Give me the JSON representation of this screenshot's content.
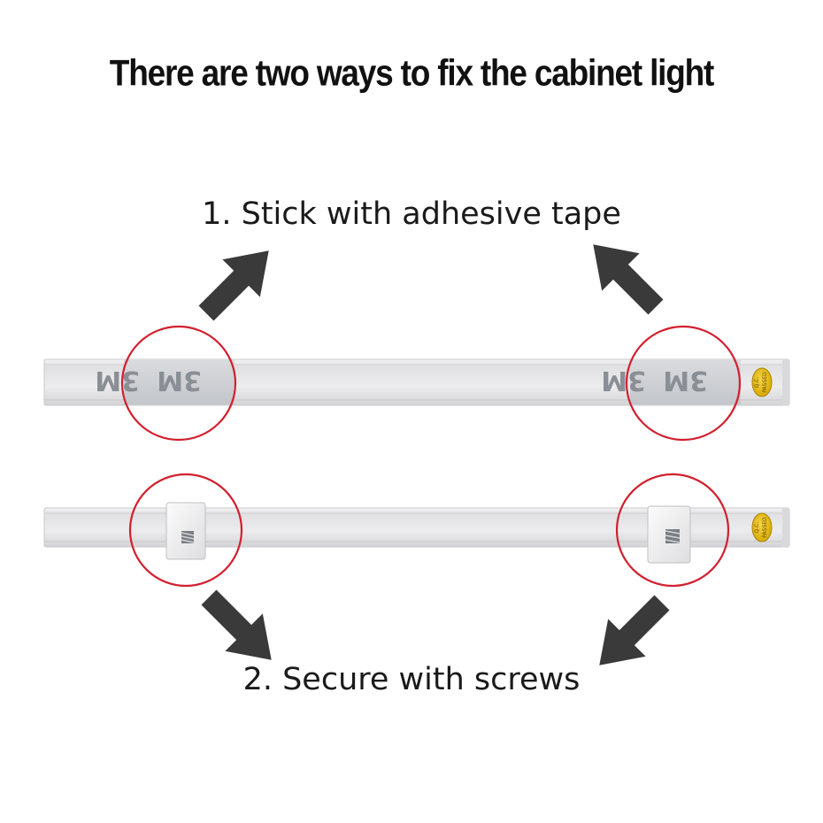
{
  "headline": "There are two ways to fix the cabinet light",
  "methods": [
    {
      "label": "1. Stick with adhesive tape"
    },
    {
      "label": "2. Secure with screws"
    }
  ],
  "tape_brand": "3M",
  "stamp": {
    "line1": "Q.C.",
    "line2": "PASSED"
  },
  "colors": {
    "arrow": "#3a3a3a",
    "highlight_circle": "#d2202f",
    "profile": "#e9e9eb",
    "stamp": "#e2b900"
  },
  "icons": [
    "arrow-icon",
    "highlight-circle-icon",
    "screw-icon",
    "qc-passed-sticker-icon"
  ]
}
